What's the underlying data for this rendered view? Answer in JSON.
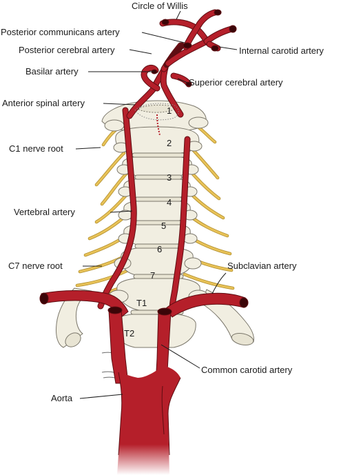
{
  "labels": {
    "circle_of_willis": "Circle of Willis",
    "posterior_communicans_artery": "Posterior communicans artery",
    "posterior_cerebral_artery": "Posterior cerebral artery",
    "internal_carotid_artery": "Internal carotid artery",
    "basilar_artery": "Basilar artery",
    "superior_cerebral_artery": "Superior cerebral artery",
    "anterior_spinal_artery": "Anterior spinal artery",
    "c1_nerve_root": "C1 nerve root",
    "vertebral_artery": "Vertebral artery",
    "c7_nerve_root": "C7 nerve root",
    "subclavian_artery": "Subclavian artery",
    "common_carotid_artery": "Common carotid artery",
    "aorta": "Aorta"
  },
  "vertebrae": [
    "1",
    "2",
    "3",
    "4",
    "5",
    "6",
    "7",
    "T1",
    "T2"
  ],
  "colors": {
    "artery": "#b51f2a",
    "artery_outline": "#5e0d12",
    "nerve": "#e8c258",
    "bone": "#f1eee1",
    "text": "#1a1a1a"
  }
}
